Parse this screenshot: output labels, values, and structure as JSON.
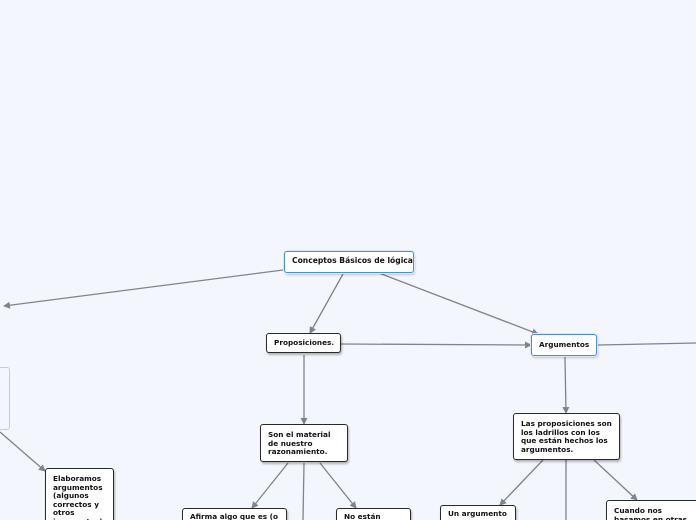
{
  "map": {
    "root": {
      "label": "Conceptos Básicos de lógica."
    },
    "proposiciones": {
      "label": "Proposiciones."
    },
    "argumentos": {
      "label": "Argumentos"
    },
    "material": {
      "label": "Son el material de nuestro razonamiento."
    },
    "ladrillos": {
      "label": "Las proposiciones son los ladrillos con los que están hechos los argumentos."
    },
    "afirma": {
      "label": "Afirma algo que es (o"
    },
    "noestan": {
      "label": "No están"
    },
    "elaboramos": {
      "label": "Elaboramos argumentos (algunos correctos y otros incorrectos)"
    },
    "unargumento": {
      "label": "Un argumento"
    },
    "cuando": {
      "label": "Cuando nos basamos en otras proposiciones"
    }
  },
  "colors": {
    "background": "#f4f6fd",
    "connector": "#7f838c",
    "accent_border": "#4a90d9",
    "node_border": "#2a2a2a"
  }
}
